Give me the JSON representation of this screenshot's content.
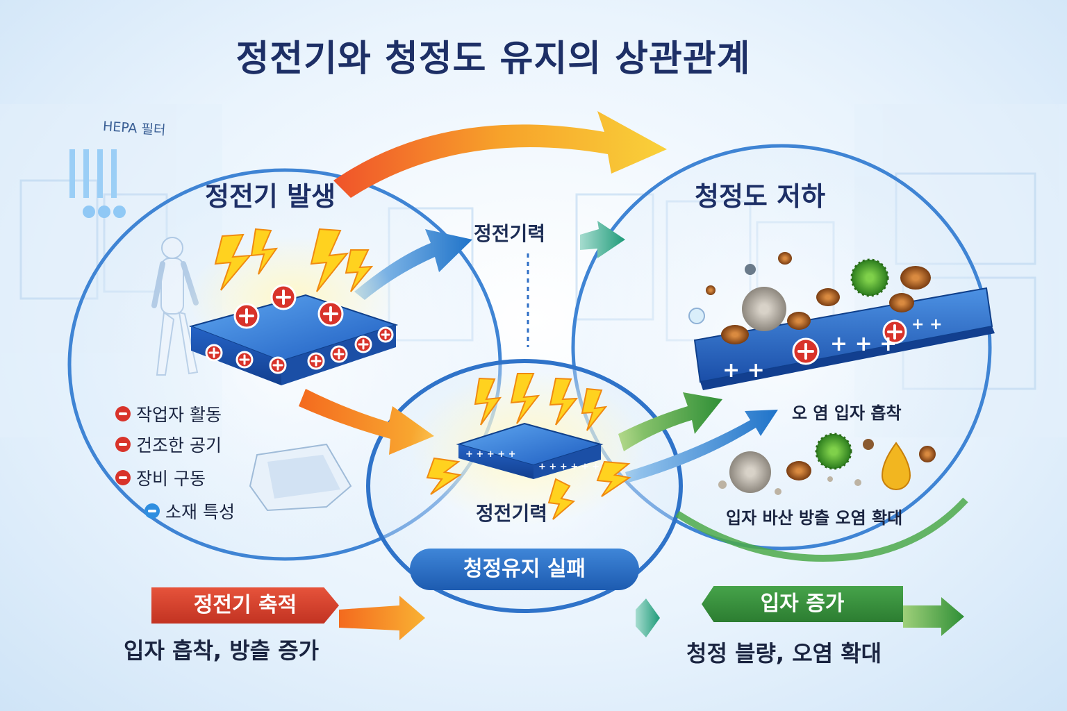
{
  "title": "정전기와 청정도 유지의 상관관계",
  "background_label": "HEPA 필터",
  "left_section": {
    "heading": "정전기 발생",
    "causes": [
      {
        "label": "작업자 활동",
        "marker": "minus-red"
      },
      {
        "label": "건조한 공기",
        "marker": "minus-red"
      },
      {
        "label": "장비 구동",
        "marker": "minus-red"
      },
      {
        "label": "소재 특성",
        "marker": "minus-blue"
      }
    ]
  },
  "right_section": {
    "heading": "청정도 저하",
    "adsorption_label": "오 염 입자 흡착",
    "spread_label": "입자 바산 방츨 오염 확대"
  },
  "center": {
    "top_force_label": "정전기력",
    "bottom_force_label": "정전기력",
    "failure_label": "청정유지 실패"
  },
  "bottom_left": {
    "banner": "정전기 축적",
    "summary": "입자 흡착, 방츨 증가"
  },
  "bottom_right": {
    "banner": "입자 증가",
    "summary": "청정 블량, 오염 확대"
  },
  "colors": {
    "title": "#1d2f66",
    "accent_blue": "#2a6fd0",
    "charge_red": "#d8332a",
    "arrow_orange": "#f29a26",
    "arrow_green": "#3f9b3f",
    "bolt_yellow": "#ffd21f"
  }
}
